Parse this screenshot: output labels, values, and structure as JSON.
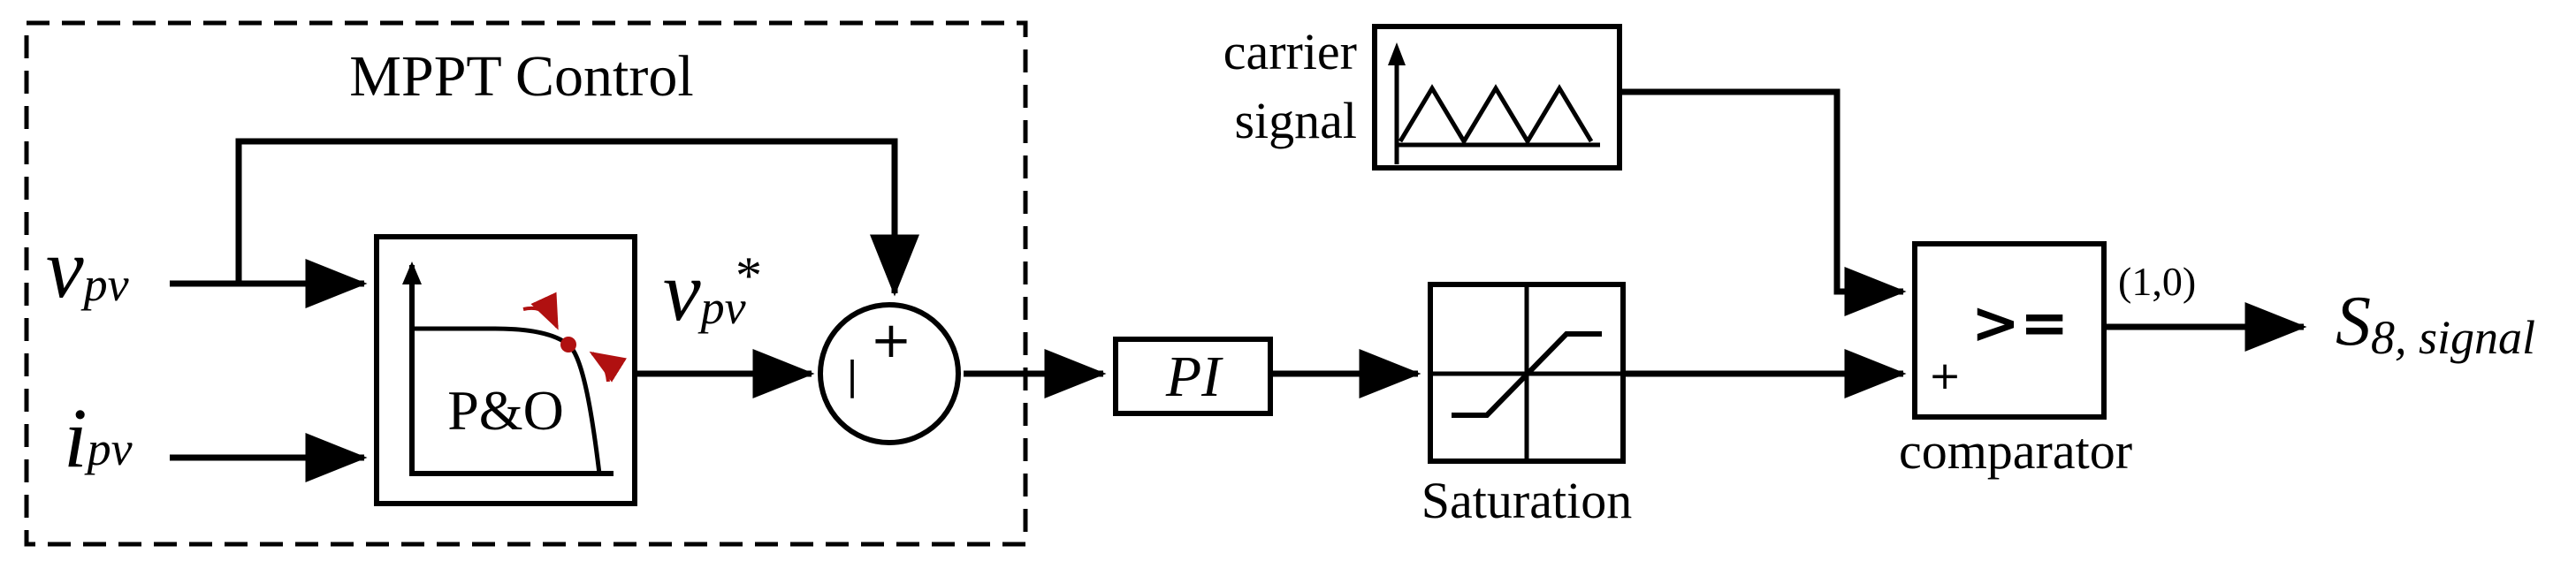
{
  "mppt": {
    "title": "MPPT Control",
    "block_label": "P&O",
    "input_v_main": "v",
    "input_v_sub": "pv",
    "input_i_main": "i",
    "input_i_sub": "pv",
    "ref_main": "v",
    "ref_sub": "pv",
    "ref_sup": "*"
  },
  "summing_junction": {
    "plus": "+",
    "minus": "|"
  },
  "pi_block": {
    "label": "PI"
  },
  "saturation": {
    "label": "Saturation"
  },
  "carrier": {
    "label_line1": "carrier",
    "label_line2": "signal"
  },
  "comparator": {
    "symbol": ">=",
    "label": "comparator",
    "plus": "+",
    "output_values": "(1,0)"
  },
  "output": {
    "main": "S",
    "sub": "8, signal"
  },
  "colors": {
    "stroke": "#000000",
    "operating_point": "#b01010"
  }
}
